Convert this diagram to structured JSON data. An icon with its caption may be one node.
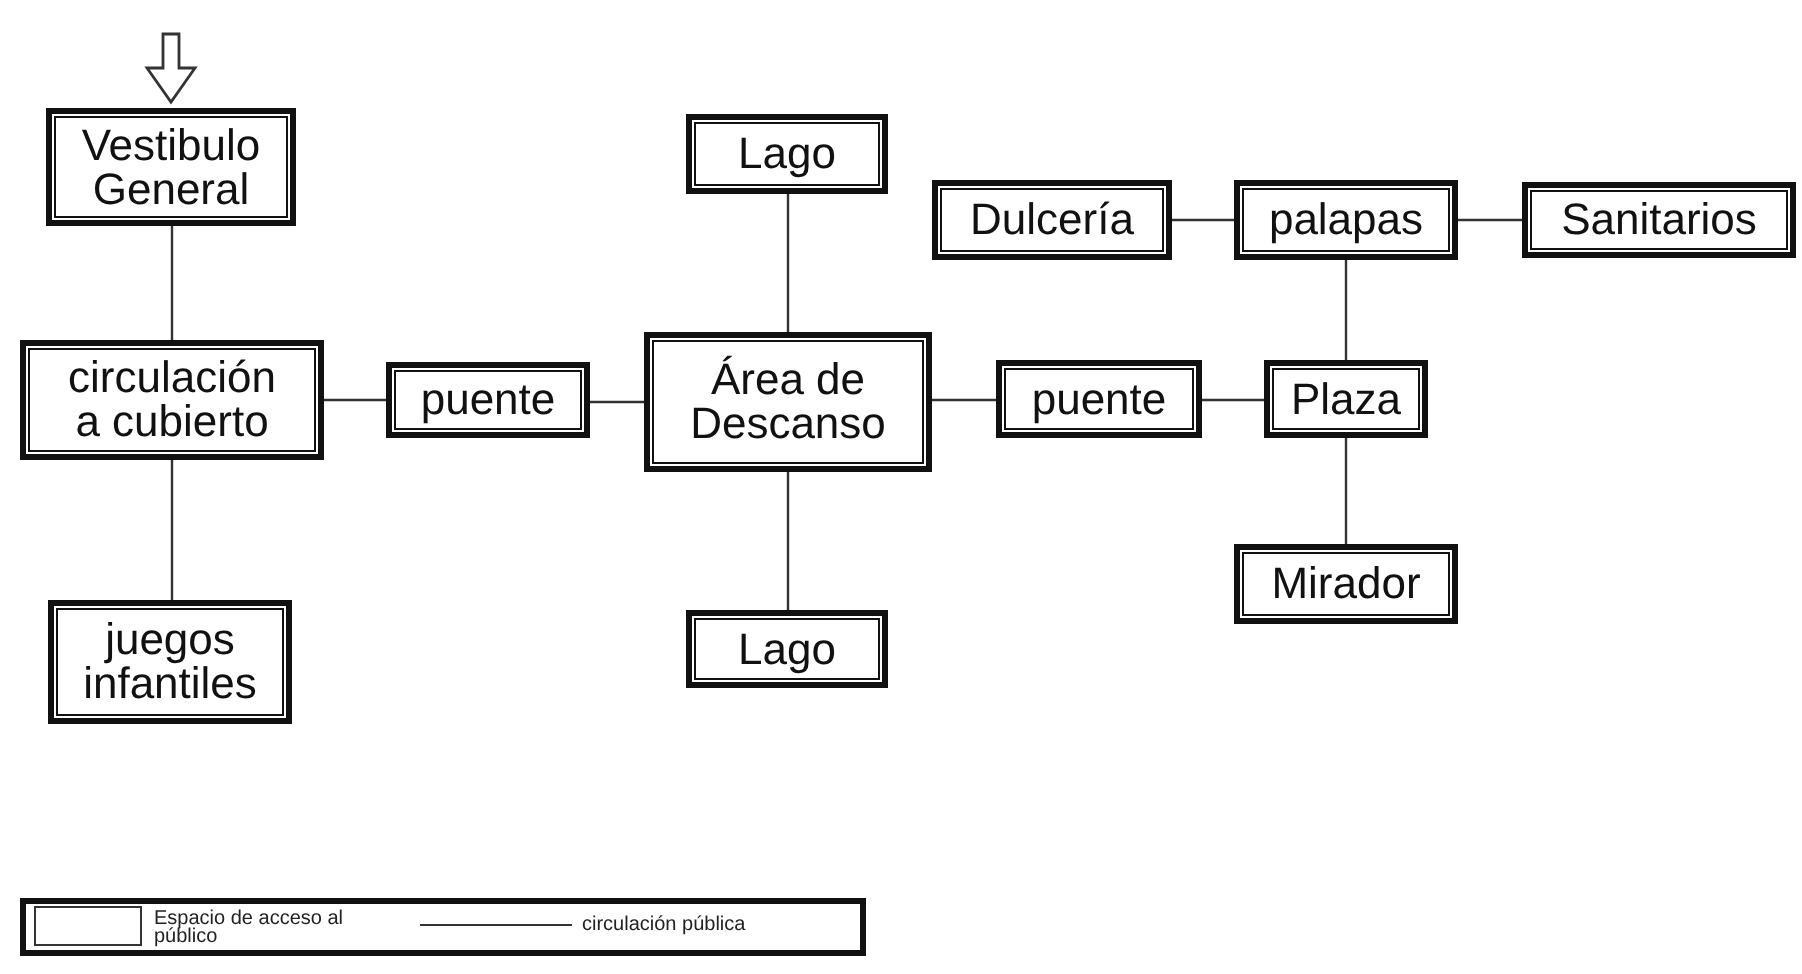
{
  "diagram": {
    "nodes": [
      {
        "text": [
          "Vestibulo General"
        ]
      },
      {
        "text": [
          "Lago"
        ]
      },
      {
        "text": [
          "Dulcería"
        ]
      },
      {
        "text": [
          "palapas"
        ]
      },
      {
        "text": [
          "Sanitarios"
        ]
      },
      {
        "text": [
          "circulación a cubierto"
        ]
      },
      {
        "text": [
          "puente"
        ]
      },
      {
        "text": [
          "Área de Descanso"
        ]
      },
      {
        "text": [
          "puente"
        ]
      },
      {
        "text": [
          "Plaza"
        ]
      },
      {
        "text": [
          "Mirador"
        ]
      },
      {
        "text": [
          "juegos infantiles"
        ]
      },
      {
        "text": [
          "Lago"
        ]
      }
    ],
    "edges": [
      {
        "from": null,
        "to": 0,
        "arrow": "to"
      },
      {
        "from": 0,
        "to": 5,
        "arrow": "none"
      },
      {
        "from": 5,
        "to": 11,
        "arrow": "none"
      },
      {
        "from": 5,
        "to": 6,
        "arrow": "none"
      },
      {
        "from": 6,
        "to": 7,
        "arrow": "none"
      },
      {
        "from": 7,
        "to": 1,
        "arrow": "none"
      },
      {
        "from": 7,
        "to": 12,
        "arrow": "none"
      },
      {
        "from": 7,
        "to": 8,
        "arrow": "none"
      },
      {
        "from": 8,
        "to": 9,
        "arrow": "none"
      },
      {
        "from": 9,
        "to": 3,
        "arrow": "none"
      },
      {
        "from": 3,
        "to": 2,
        "arrow": "none"
      },
      {
        "from": 3,
        "to": 4,
        "arrow": "none"
      },
      {
        "from": 9,
        "to": 10,
        "arrow": "none"
      }
    ],
    "legend": [
      {
        "text": "Espacio de acceso al público"
      },
      {
        "text": "circulación pública"
      }
    ]
  }
}
